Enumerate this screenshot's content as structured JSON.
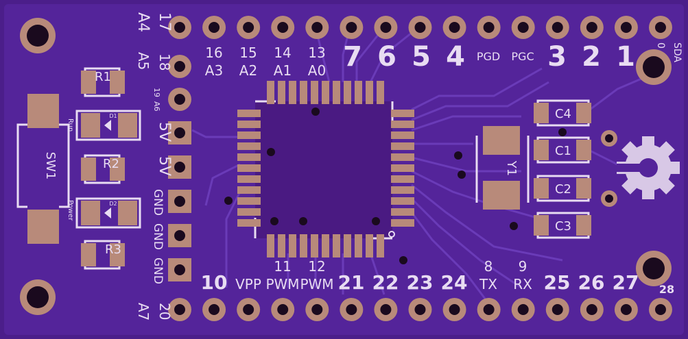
{
  "board": {
    "colors": {
      "substrate": "#4b1e8a",
      "copper_pour": "#5a2aa3",
      "trace": "#6a3bb8",
      "pad_gold": "#b88a7a",
      "pad_ring": "#8a6a58",
      "silkscreen": "#e8dcf2",
      "hole": "#1a0a1e"
    }
  },
  "top_header": {
    "numbers": [
      "17",
      "16",
      "15",
      "14",
      "13",
      "7",
      "6",
      "5",
      "4",
      "PGD",
      "PGC",
      "3",
      "2",
      "1",
      "0"
    ],
    "sub_labels": [
      "A4",
      "A3",
      "A2",
      "A1",
      "A0"
    ],
    "sda_label": "SDA"
  },
  "left_header": {
    "labels": [
      "18",
      "A5",
      "19",
      "A6",
      "5V",
      "5V",
      "GND",
      "GND",
      "GND",
      "20",
      "A7"
    ]
  },
  "bottom_header": {
    "numbers": [
      "10",
      "VPP",
      "PWM",
      "PWM",
      "21",
      "22",
      "23",
      "24",
      "TX",
      "RX",
      "25",
      "26",
      "27",
      "28"
    ],
    "sub_labels": [
      "11",
      "12",
      "8",
      "9"
    ]
  },
  "components": {
    "r1": "R1",
    "r2": "R2",
    "r3": "R3",
    "d1": "D1",
    "d2": "D2",
    "sw1": "SW1",
    "run": "Run",
    "power": "Power",
    "y1": "Y1",
    "c1": "C1",
    "c2": "C2",
    "c3": "C3",
    "c4": "C4"
  }
}
